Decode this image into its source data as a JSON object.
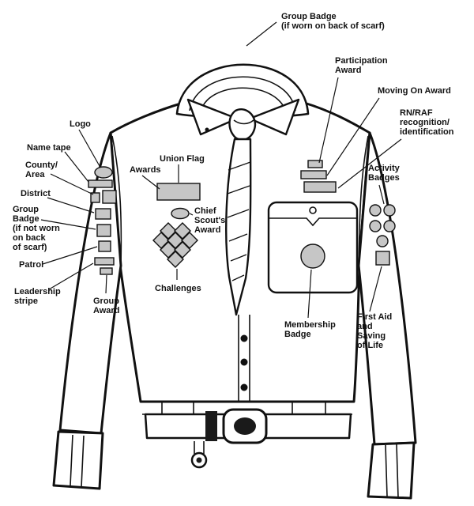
{
  "diagram": {
    "name": "Scout uniform badge placement",
    "background": "#ffffff",
    "line_color": "#111111",
    "badge_fill": "#c6c6c6"
  },
  "labels": {
    "group_badge_back": {
      "lines": [
        "Group Badge",
        "(if worn on back of scarf)"
      ]
    },
    "participation_award": {
      "lines": [
        "Participation",
        "Award"
      ]
    },
    "moving_on_award": {
      "lines": [
        "Moving On Award"
      ]
    },
    "rn_raf": {
      "lines": [
        "RN/RAF",
        "recognition/",
        "identification"
      ]
    },
    "activity_badges": {
      "lines": [
        "Activity",
        "Badges"
      ]
    },
    "logo": {
      "lines": [
        "Logo"
      ]
    },
    "name_tape": {
      "lines": [
        "Name tape"
      ]
    },
    "county_area": {
      "lines": [
        "County/",
        "Area"
      ]
    },
    "district": {
      "lines": [
        "District"
      ]
    },
    "group_badge_front": {
      "lines": [
        "Group",
        "Badge",
        "(if not worn",
        "on back",
        "of scarf)"
      ]
    },
    "patrol": {
      "lines": [
        "Patrol"
      ]
    },
    "leadership_stripe": {
      "lines": [
        "Leadership",
        "stripe"
      ]
    },
    "group_award": {
      "lines": [
        "Group",
        "Award"
      ]
    },
    "awards": {
      "lines": [
        "Awards"
      ]
    },
    "union_flag": {
      "lines": [
        "Union Flag"
      ]
    },
    "chief_scouts_award": {
      "lines": [
        "Chief",
        "Scout's",
        "Award"
      ]
    },
    "challenges": {
      "lines": [
        "Challenges"
      ]
    },
    "membership_badge": {
      "lines": [
        "Membership",
        "Badge"
      ]
    },
    "first_aid": {
      "lines": [
        "First Aid",
        "and",
        "Saving",
        "of Life"
      ]
    }
  }
}
